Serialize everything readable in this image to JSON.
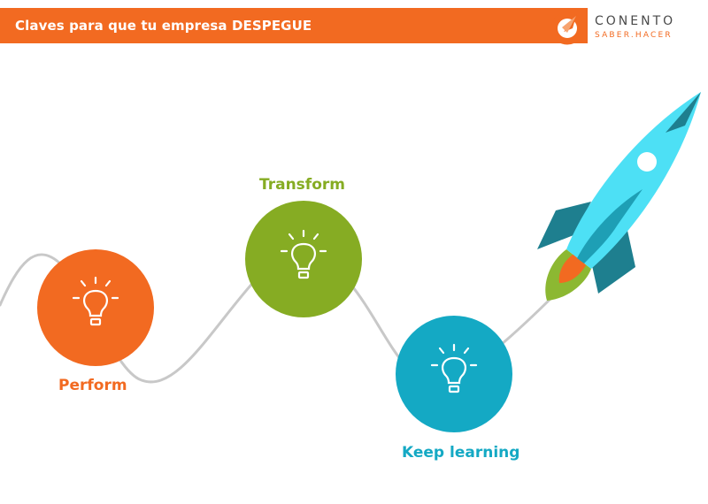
{
  "header": {
    "title": "Claves para que tu empresa DESPEGUE"
  },
  "logo": {
    "name": "CONENTO",
    "tagline": "SABER.HACER"
  },
  "steps": [
    {
      "label": "Perform",
      "icon": "lightbulb-icon",
      "color": "#f26a21"
    },
    {
      "label": "Transform",
      "icon": "lightbulb-icon",
      "color": "#86ac23"
    },
    {
      "label": "Keep learning",
      "icon": "lightbulb-icon",
      "color": "#14a9c4"
    }
  ],
  "colors": {
    "brand_orange": "#f26a21",
    "green": "#86ac23",
    "teal": "#14a9c4",
    "path_gray": "#c8c8c8",
    "rocket_body": "#4de0f5",
    "rocket_fins": "#1e7f8f",
    "flame_outer": "#8cb832",
    "flame_inner": "#f26a21"
  }
}
